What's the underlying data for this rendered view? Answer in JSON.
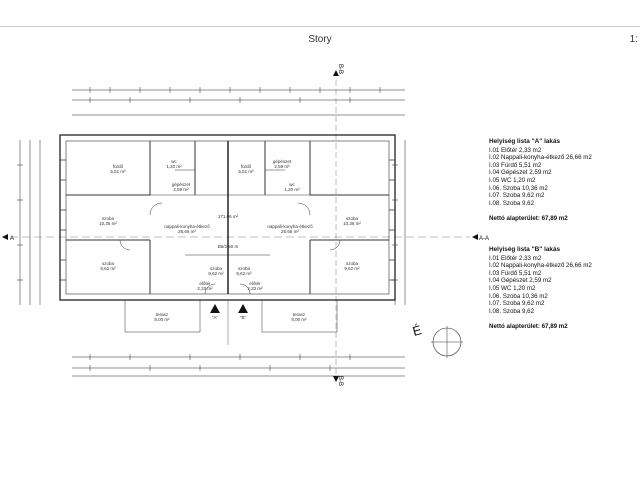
{
  "window": {
    "title": "Story",
    "zoom": "1:"
  },
  "sections": {
    "top": "B-B",
    "bottom": "B-B",
    "left": "A",
    "right": "A-A"
  },
  "north_label": "É",
  "rooms": [
    {
      "name": "fürdő",
      "area": "5,51 m²"
    },
    {
      "name": "wc",
      "area": "1,20 m²"
    },
    {
      "name": "gépészet",
      "area": "2,59 m²"
    },
    {
      "name": "fürdő",
      "area": "5,51 m²"
    },
    {
      "name": "gépészet",
      "area": "2,59 m²"
    },
    {
      "name": "wc",
      "area": "1,20 m²"
    },
    {
      "name": "szoba",
      "area": "10,36 m²"
    },
    {
      "name": "szoba",
      "area": "10,36 m²"
    },
    {
      "name": "nappali-konyha-étkező",
      "area": "26,66 m²"
    },
    {
      "name": "nappali-konyha-étkező",
      "area": "26,66 m²"
    },
    {
      "name": "szoba",
      "area": "9,62 m²"
    },
    {
      "name": "szoba",
      "area": "9,62 m²"
    },
    {
      "name": "szoba",
      "area": "9,62 m²"
    },
    {
      "name": "szoba",
      "area": "9,62 m²"
    },
    {
      "name": "előtér",
      "area": "2,33 m²"
    },
    {
      "name": "előtér",
      "area": "2,33 m²"
    },
    {
      "name": "terasz",
      "area": "8,00 m²"
    },
    {
      "name": "terasz",
      "area": "8,00 m²"
    }
  ],
  "plan_labels": {
    "a_unit": "\"A\"",
    "b_unit": "\"B\"",
    "total_area": "171,06 m²",
    "core": "B6/2,50 m"
  },
  "list_a": {
    "title": "Helyiség lista \"A\" lakás",
    "items": [
      "I.01 Előtér 2,33 m2",
      "I.02 Nappali-konyha-étkező 26,66 m2",
      "I.03 Fürdő 5,51 m2",
      "I.04 Gépészet 2,59 m2",
      "I.05 WC 1,20 m2",
      "I.06. Szoba 10,36 m2",
      "I.07. Szoba 9,62 m2",
      "I.08. Szoba 9,62"
    ],
    "net": "Nettó alapterület: 67,89 m2"
  },
  "list_b": {
    "title": "Helyiség lista \"B\" lakás",
    "items": [
      "I.01 Előtér 2,33 m2",
      "I.02 Nappali-konyha-étkező 26,66 m2",
      "I.03 Fürdő 5,51 m2",
      "I.04 Gépészet 2,59 m2",
      "I.05 WC 1,20 m2",
      "I.06. Szoba 10,36 m2",
      "I.07. Szoba 9,62 m2",
      "I.08. Szoba 9,62"
    ],
    "net": "Nettó alapterület: 67,89 m2"
  }
}
